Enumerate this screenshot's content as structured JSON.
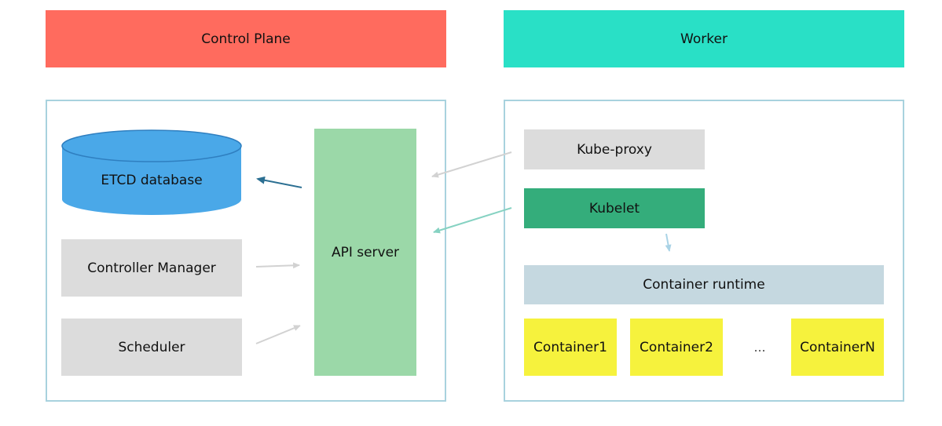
{
  "control_plane": {
    "header": "Control Plane",
    "header_color": "#ff6b5e",
    "etcd": "ETCD database",
    "etcd_color": "#4aa8e8",
    "controller_manager": "Controller Manager",
    "scheduler": "Scheduler",
    "api_server": "API server",
    "api_server_color": "#9bd8a8"
  },
  "worker": {
    "header": "Worker",
    "header_color": "#29e0c6",
    "kube_proxy": "Kube-proxy",
    "kubelet": "Kubelet",
    "kubelet_color": "#34ad7b",
    "container_runtime": "Container runtime",
    "runtime_color": "#c5d8e0",
    "containers": [
      "Container1",
      "Container2",
      "…",
      "ContainerN"
    ],
    "container_color": "#f6f23d"
  },
  "colors": {
    "panel_border": "#a8d2de",
    "gray_box": "#dcdcdc",
    "arrow_gray": "#d2d2d2",
    "arrow_etcd": "#2b6f92",
    "arrow_kubelet": "#86d2c2",
    "arrow_runtime": "#a9d3e6"
  }
}
